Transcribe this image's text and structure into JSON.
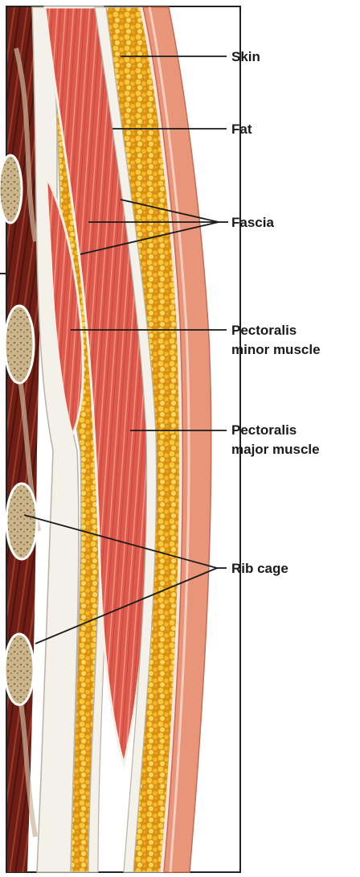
{
  "labels": {
    "skin": "Skin",
    "fat": "Fat",
    "fascia": "Fascia",
    "pec_minor_1": "Pectoralis",
    "pec_minor_2": "minor muscle",
    "pec_major_1": "Pectoralis",
    "pec_major_2": "major muscle",
    "rib_cage": "Rib cage"
  },
  "colors": {
    "skin": "#e8957a",
    "fat": "#e8a821",
    "fat_globule": "#f6d24d",
    "muscle": "#d9534a",
    "muscle_light": "#f08a7c",
    "fascia": "#f2efe8",
    "deep_muscle": "#7a2418",
    "bone": "#d9c7a2"
  }
}
